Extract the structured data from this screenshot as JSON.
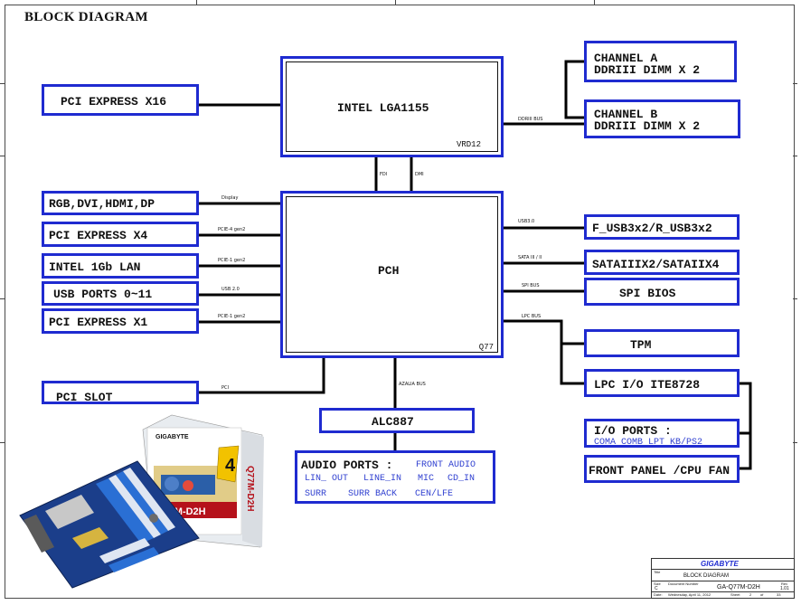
{
  "title": "BLOCK DIAGRAM",
  "cpu": {
    "label": "INTEL LGA1155",
    "sub": "VRD12"
  },
  "pch": {
    "label": "PCH",
    "sub": "Q77"
  },
  "memory": {
    "channel_a": {
      "line1": "CHANNEL A",
      "line2": "DDRIII  DIMM X 2"
    },
    "channel_b": {
      "line1": "CHANNEL B",
      "line2": "DDRIII DIMM X 2"
    },
    "bus": "DDRIII BUS"
  },
  "left_blocks": {
    "pcie_x16": "PCI EXPRESS X16",
    "rgb": "RGB,DVI,HDMI,DP",
    "pcie_x4": "PCI EXPRESS X4",
    "lan": "INTEL 1Gb LAN",
    "usb": "USB PORTS 0~11",
    "pcie_x1": "PCI EXPRESS X1",
    "pci_slot": "PCI SLOT"
  },
  "left_bus": {
    "display": "Display",
    "pcie4": "PCIE-4 gen2",
    "pcie1a": "PCIE-1 gen2",
    "usb20": "USB 2.0",
    "pcie1b": "PCIE-1 gen2",
    "pci": "PCI"
  },
  "cpu_pch_bus": {
    "fdi": "FDI",
    "dmi": "DMI"
  },
  "right_blocks": {
    "usb3": "F_USB3x2/R_USB3x2",
    "sata": "SATAIIIX2/SATAIIX4",
    "spi": "SPI BIOS",
    "tpm": "TPM",
    "lpc": "LPC I/O ITE8728",
    "io_title": "I/O PORTS :",
    "io_sub": "COMA  COMB LPT KB/PS2",
    "front_panel": "FRONT PANEL /CPU FAN"
  },
  "right_bus": {
    "usb30": "USB3.0",
    "sata": "SATA III / II",
    "spi": "SPI BUS",
    "lpc": "LPC BUS"
  },
  "audio": {
    "codec": "ALC887",
    "bus": "AZALIA BUS",
    "title": "AUDIO PORTS :",
    "front": "FRONT AUDIO",
    "row1": [
      "LIN_ OUT",
      "LINE_IN",
      "MIC",
      "CD_IN"
    ],
    "row2": [
      "SURR",
      "SURR BACK",
      "CEN/LFE"
    ]
  },
  "product_box": {
    "brand": "GIGABYTE",
    "model": "Q77M-D2H",
    "side": "Q77M-D2H",
    "badge": "4"
  },
  "title_block": {
    "company": "GIGABYTE",
    "title_label": "Title",
    "title_value": "BLOCK DIAGRAM",
    "size_label": "Size",
    "size_value": "C",
    "docnum_label": "Document Number",
    "docnum_value": "GA-Q77M-D2H",
    "rev_label": "Rev",
    "rev_value": "1.01",
    "date_label": "Date:",
    "date_value": "Wednesday, April 11, 2012",
    "sheet_label": "Sheet",
    "sheet_value": "2",
    "of_label": "of",
    "of_value": "33"
  },
  "colors": {
    "box_border": "#1f2bd0",
    "line": "#000000",
    "sub_text": "#3040d0"
  }
}
